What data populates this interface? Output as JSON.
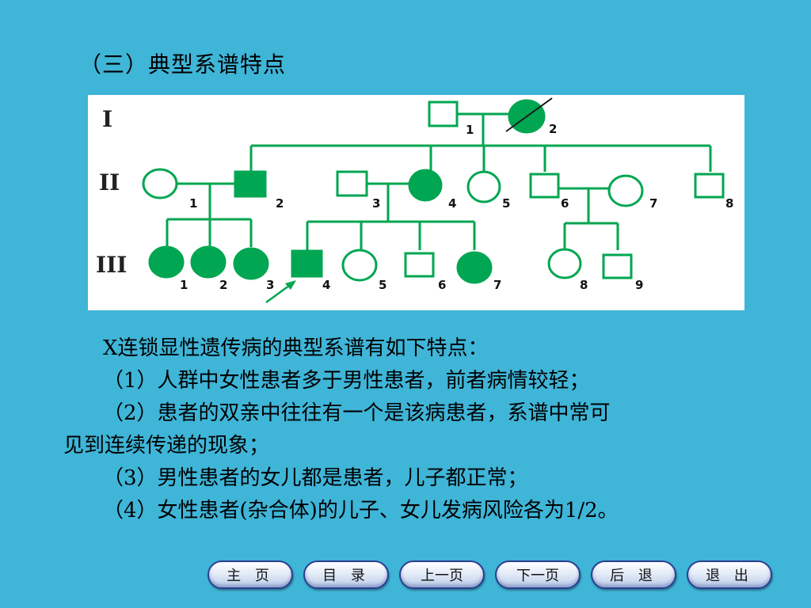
{
  "title": "（三）典型系谱特点",
  "pedigree": {
    "generations": [
      "I",
      "II",
      "III"
    ],
    "numbers": {
      "I": [
        "1",
        "2"
      ],
      "II": [
        "1",
        "2",
        "3",
        "4",
        "5",
        "6",
        "7",
        "8"
      ],
      "III": [
        "1",
        "2",
        "3",
        "4",
        "5",
        "6",
        "7",
        "8",
        "9"
      ]
    },
    "individuals": [
      {
        "id": "I-1",
        "sex": "male",
        "affected": false
      },
      {
        "id": "I-2",
        "sex": "female",
        "affected": true,
        "deceased": true
      },
      {
        "id": "II-1",
        "sex": "female",
        "affected": false
      },
      {
        "id": "II-2",
        "sex": "male",
        "affected": true
      },
      {
        "id": "II-3",
        "sex": "male",
        "affected": false
      },
      {
        "id": "II-4",
        "sex": "female",
        "affected": true
      },
      {
        "id": "II-5",
        "sex": "female",
        "affected": false
      },
      {
        "id": "II-6",
        "sex": "male",
        "affected": false
      },
      {
        "id": "II-7",
        "sex": "female",
        "affected": false
      },
      {
        "id": "II-8",
        "sex": "male",
        "affected": false
      },
      {
        "id": "III-1",
        "sex": "female",
        "affected": true
      },
      {
        "id": "III-2",
        "sex": "female",
        "affected": true
      },
      {
        "id": "III-3",
        "sex": "female",
        "affected": true
      },
      {
        "id": "III-4",
        "sex": "male",
        "affected": true,
        "proband": true
      },
      {
        "id": "III-5",
        "sex": "female",
        "affected": false
      },
      {
        "id": "III-6",
        "sex": "male",
        "affected": false
      },
      {
        "id": "III-7",
        "sex": "female",
        "affected": true
      },
      {
        "id": "III-8",
        "sex": "female",
        "affected": false
      },
      {
        "id": "III-9",
        "sex": "male",
        "affected": false
      }
    ],
    "colors": {
      "affected": "#00a651",
      "line": "#00a651",
      "background": "#ffffff"
    }
  },
  "text": {
    "intro": "X连锁显性遗传病的典型系谱有如下特点：",
    "p1": "（1）人群中女性患者多于男性患者，前者病情较轻；",
    "p2a": "（2）患者的双亲中往往有一个是该病患者，系谱中常可",
    "p2b": "见到连续传递的现象；",
    "p3": "（3）男性患者的女儿都是患者，儿子都正常；",
    "p4": "（4）女性患者(杂合体)的儿子、女儿发病风险各为1/2。"
  },
  "nav": {
    "home": "主 页",
    "contents": "目 录",
    "prev": "上一页",
    "next": "下一页",
    "back": "后 退",
    "exit": "退 出"
  },
  "colors": {
    "slide_background": "#3fb5d8",
    "button_border": "#2a3f8f"
  }
}
